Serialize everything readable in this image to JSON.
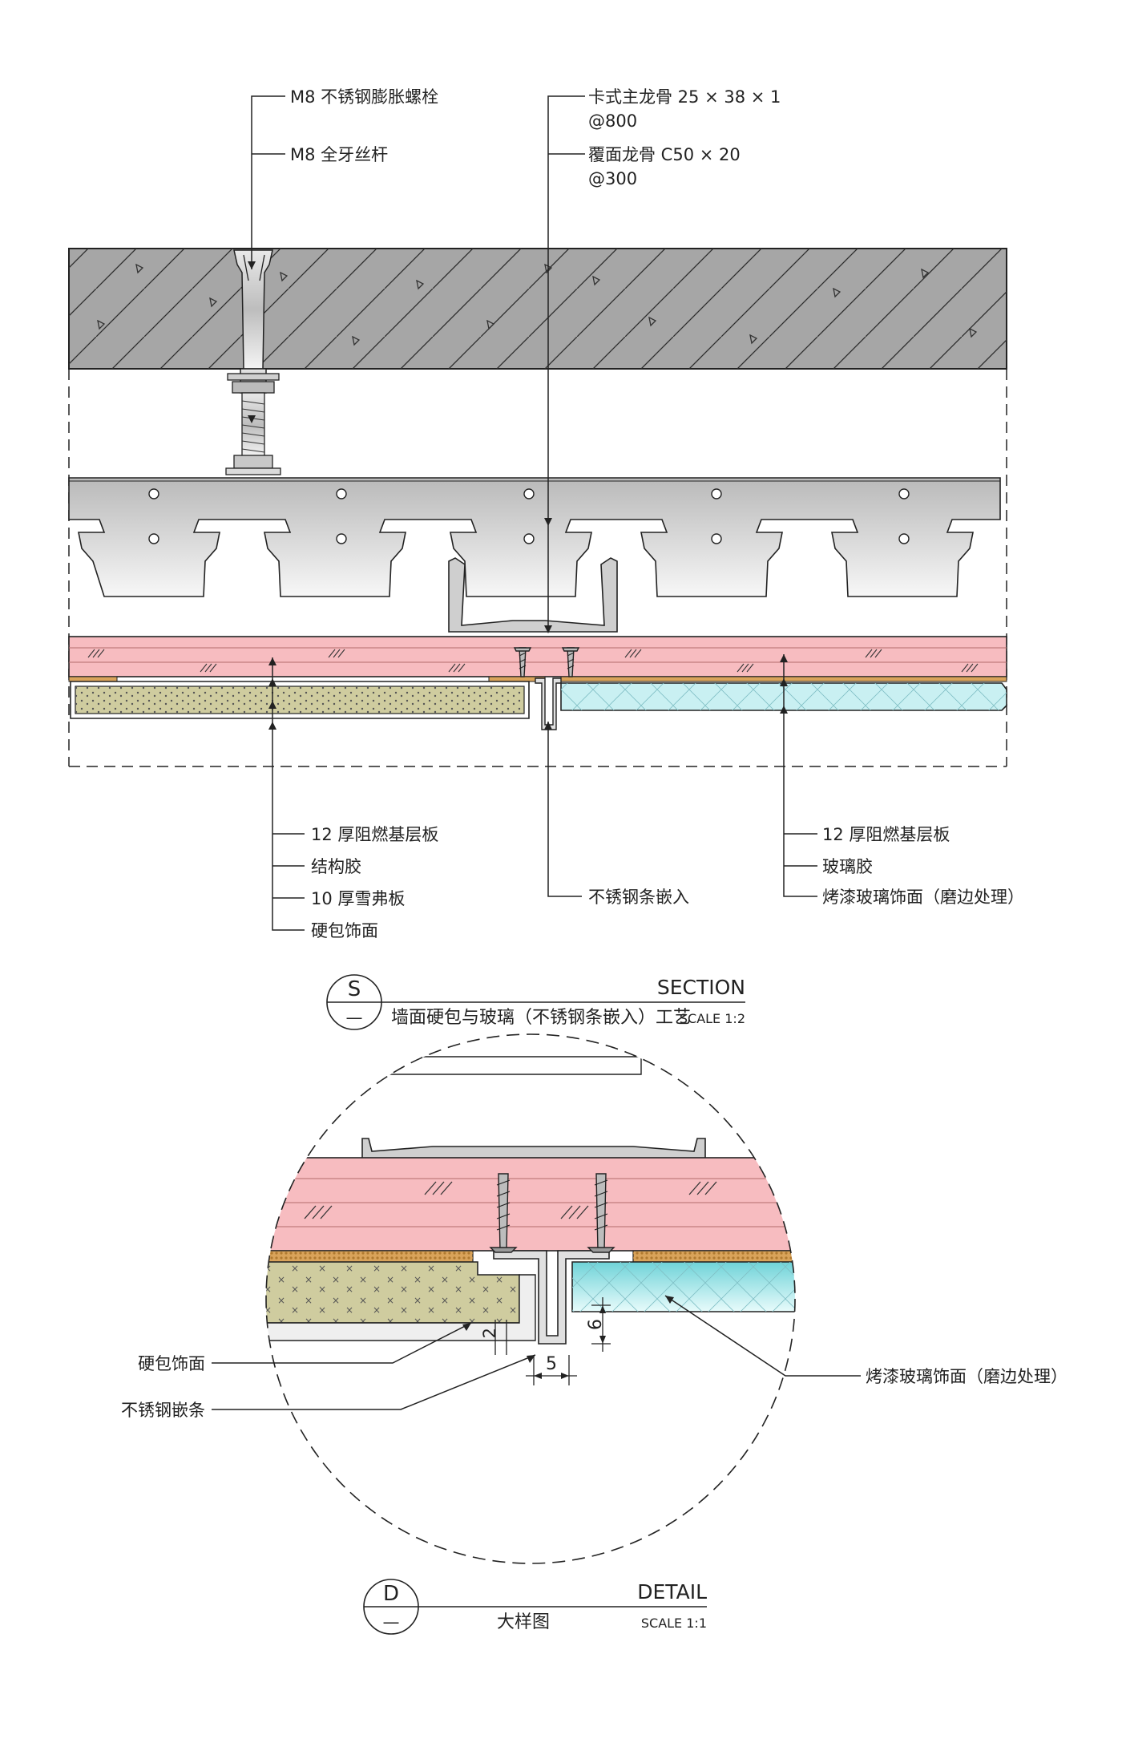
{
  "section": {
    "callouts_top": {
      "bolt": "M8 不锈钢膨胀螺栓",
      "rod": "M8 全牙丝杆",
      "main_keel_line1": "卡式主龙骨 25 × 38 × 1",
      "main_keel_line2": "@800",
      "cover_keel_line1": "覆面龙骨 C50 × 20",
      "cover_keel_line2": "@300"
    },
    "callouts_left": [
      "12 厚阻燃基层板",
      "结构胶",
      "10 厚雪弗板",
      "硬包饰面"
    ],
    "callout_mid": "不锈钢条嵌入",
    "callouts_right": [
      "12 厚阻燃基层板",
      "玻璃胶",
      "烤漆玻璃饰面（磨边处理）"
    ],
    "title_block": {
      "symbol_top": "S",
      "symbol_bottom": "—",
      "heading": "SECTION",
      "name": "墙面硬包与玻璃（不锈钢条嵌入）工艺",
      "scale": "SCALE 1:2"
    }
  },
  "detail": {
    "callouts": {
      "fabric": "硬包饰面",
      "steel_strip": "不锈钢嵌条",
      "glass": "烤漆玻璃饰面（磨边处理）"
    },
    "dimensions": {
      "gap_width": "5",
      "small_offset": "2",
      "glass_thickness": "6"
    },
    "title_block": {
      "symbol_top": "D",
      "symbol_bottom": "—",
      "heading": "DETAIL",
      "name": "大样图",
      "scale": "SCALE 1:1"
    }
  },
  "colors": {
    "concrete": "#a6a6a6",
    "baseboard": "#f7bcc0",
    "foam_board": "#cfcc9f",
    "glass": "#c9f0f2",
    "steel": "#d8d8d8",
    "glue": "#d9a35a"
  }
}
